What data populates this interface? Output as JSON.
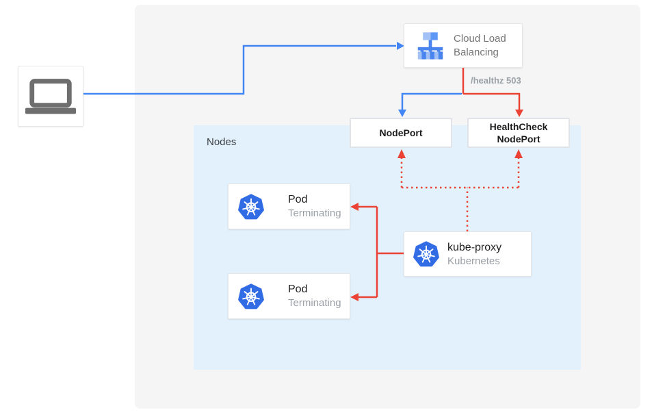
{
  "palette": {
    "blue": "#4285f4",
    "red": "#ea4335",
    "backdrop": "#f5f5f6",
    "nodes_zone_fill": "#e3f1fd",
    "kubernetes_blue": "#326ce5",
    "laptop_gray": "#6e6e6e"
  },
  "nodes_zone": {
    "label": "Nodes"
  },
  "client": {
    "icon": "laptop-icon"
  },
  "cloud_load_balancing": {
    "title": "Cloud Load Balancing",
    "icon": "cloud-load-balancing-icon"
  },
  "healthz": {
    "label": "/healthz 503"
  },
  "nodeport": {
    "label": "NodePort"
  },
  "healthcheck_nodeport": {
    "label": "HealthCheck NodePort"
  },
  "pods": [
    {
      "title": "Pod",
      "status": "Terminating",
      "icon": "kubernetes-icon"
    },
    {
      "title": "Pod",
      "status": "Terminating",
      "icon": "kubernetes-icon"
    }
  ],
  "kube_proxy": {
    "title": "kube-proxy",
    "subtitle": "Kubernetes",
    "icon": "kubernetes-icon"
  }
}
